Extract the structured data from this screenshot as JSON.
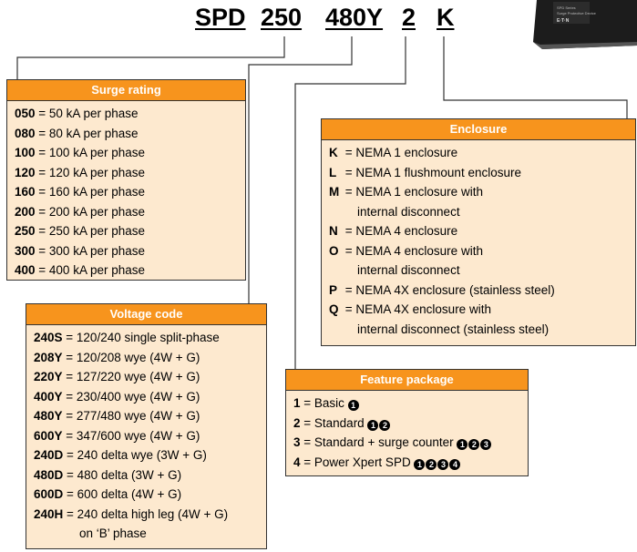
{
  "catalog_code": {
    "parts": [
      "SPD",
      "250",
      "480Y",
      "2",
      "K"
    ]
  },
  "device_image": {
    "label_lines": [
      "SPD Series",
      "Surge Protective Device"
    ],
    "logo": "E·T·N"
  },
  "surge_rating": {
    "title": "Surge rating",
    "rows": [
      {
        "code": "050",
        "text": " = 50 kA per phase"
      },
      {
        "code": "080",
        "text": " = 80 kA per phase"
      },
      {
        "code": "100",
        "text": " = 100 kA per phase"
      },
      {
        "code": "120",
        "text": " = 120 kA per phase"
      },
      {
        "code": "160",
        "text": " = 160 kA per phase"
      },
      {
        "code": "200",
        "text": " = 200 kA per phase"
      },
      {
        "code": "250",
        "text": " = 250 kA per phase"
      },
      {
        "code": "300",
        "text": " = 300 kA per phase"
      },
      {
        "code": "400",
        "text": " = 400 kA per phase"
      }
    ]
  },
  "enclosure": {
    "title": "Enclosure",
    "rows": [
      {
        "code": "K",
        "text": " = NEMA 1 enclosure"
      },
      {
        "code": "L",
        "text": " = NEMA 1 flushmount enclosure"
      },
      {
        "code": "M",
        "text": " = NEMA 1 enclosure with"
      },
      {
        "code": "",
        "text": "internal disconnect"
      },
      {
        "code": "N",
        "text": " = NEMA 4 enclosure"
      },
      {
        "code": "O",
        "text": " = NEMA 4 enclosure with"
      },
      {
        "code": "",
        "text": "internal disconnect"
      },
      {
        "code": "P",
        "text": " = NEMA 4X enclosure (stainless steel)"
      },
      {
        "code": "Q",
        "text": " = NEMA 4X enclosure with"
      },
      {
        "code": "",
        "text": "internal disconnect (stainless steel)"
      }
    ]
  },
  "voltage_code": {
    "title": "Voltage code",
    "rows": [
      {
        "code": "240S",
        "text": " = 120/240 single split-phase"
      },
      {
        "code": "208Y",
        "text": " = 120/208 wye (4W + G)"
      },
      {
        "code": "220Y",
        "text": " = 127/220 wye (4W + G)"
      },
      {
        "code": "400Y",
        "text": " = 230/400 wye (4W + G)"
      },
      {
        "code": "480Y",
        "text": " = 277/480 wye (4W + G)"
      },
      {
        "code": "600Y",
        "text": " = 347/600 wye (4W + G)"
      },
      {
        "code": "240D",
        "text": " = 240 delta wye (3W + G)"
      },
      {
        "code": "480D",
        "text": " = 480 delta (3W + G)"
      },
      {
        "code": "600D",
        "text": " = 600 delta (4W + G)"
      },
      {
        "code": "240H",
        "text": " = 240 delta high leg (4W + G)"
      },
      {
        "code": "",
        "text": "on ‘B’ phase"
      }
    ]
  },
  "feature_package": {
    "title": "Feature package",
    "rows": [
      {
        "code": "1",
        "text": " = Basic ",
        "notes": [
          "1"
        ]
      },
      {
        "code": "2",
        "text": " = Standard ",
        "notes": [
          "1",
          "2"
        ]
      },
      {
        "code": "3",
        "text": " = Standard + surge counter ",
        "notes": [
          "1",
          "2",
          "3"
        ]
      },
      {
        "code": "4",
        "text": " = Power Xpert SPD ",
        "notes": [
          "1",
          "2",
          "3",
          "4"
        ]
      }
    ]
  },
  "colors": {
    "header_orange": "#f7941d",
    "panel_fill": "#fde9cf",
    "line": "#333333"
  }
}
